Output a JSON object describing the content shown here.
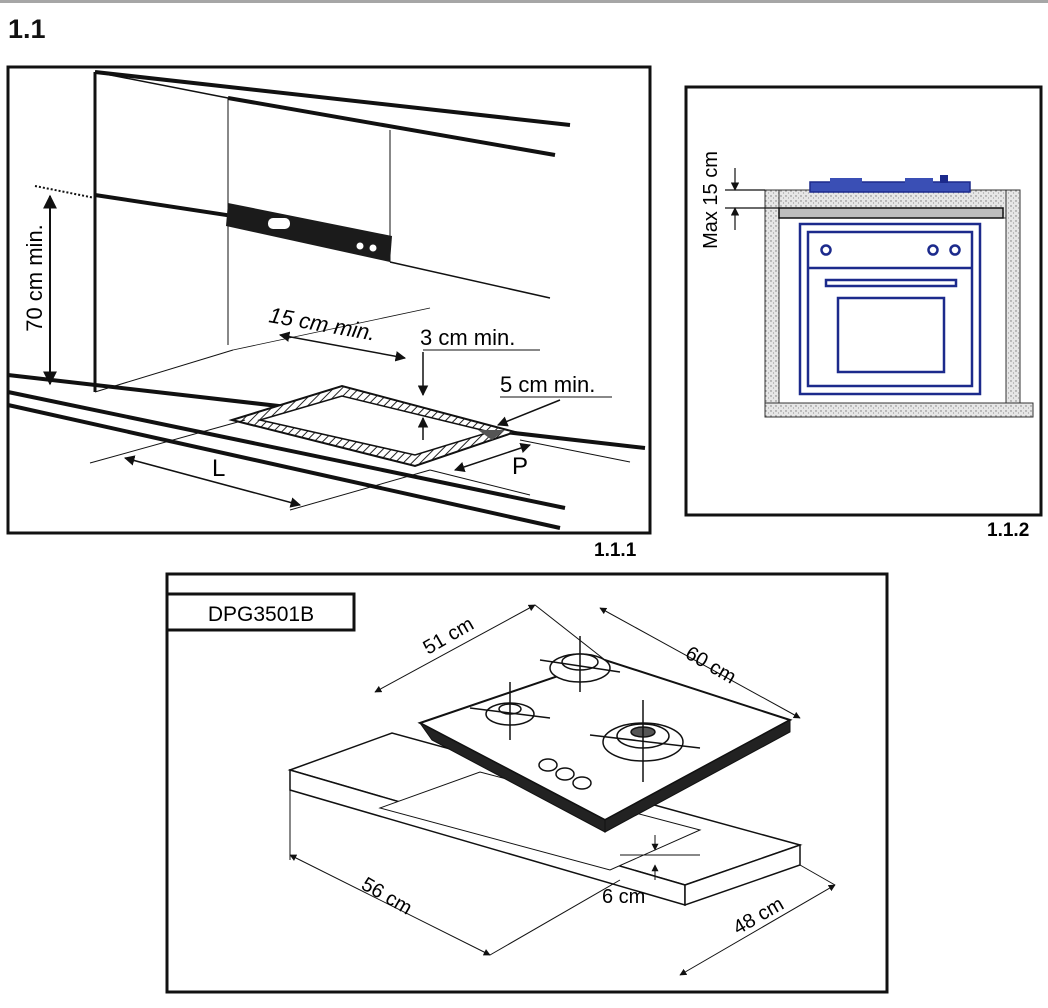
{
  "section": {
    "title": "1.1"
  },
  "figure_1_1_1": {
    "caption": "1.1.1",
    "labels": {
      "height": "70 cm min.",
      "side": "15 cm min.",
      "depth": "3 cm min.",
      "front": "5 cm min.",
      "length": "L",
      "width": "P"
    }
  },
  "figure_1_1_2": {
    "caption": "1.1.2",
    "labels": {
      "max": "Max 15 cm"
    },
    "colors": {
      "oven_outline": "#1c2a8c",
      "hob_fill": "#3a4fb5"
    }
  },
  "figure_model": {
    "model": "DPG3501B",
    "labels": {
      "hob_depth": "51 cm",
      "hob_width": "60 cm",
      "cutout_width": "56 cm",
      "cutout_depth": "48 cm",
      "thickness": "6 cm"
    }
  }
}
